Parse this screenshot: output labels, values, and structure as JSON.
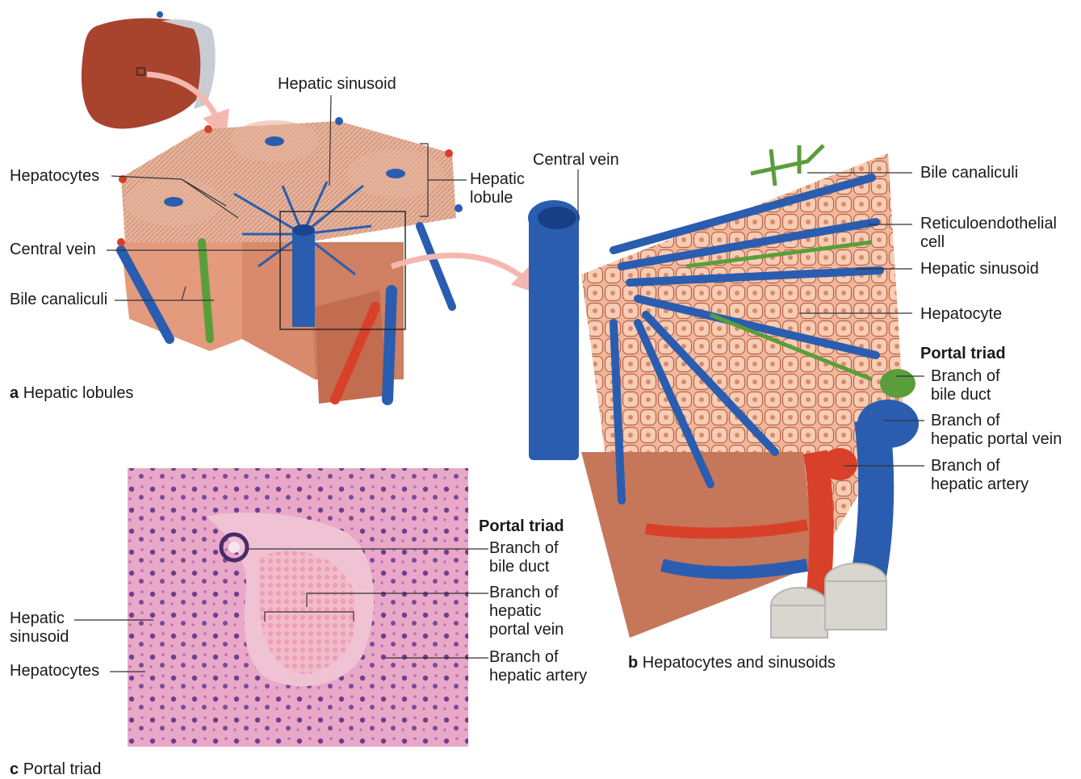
{
  "panel_a": {
    "caption_letter": "a",
    "caption_text": "Hepatic lobules",
    "labels": {
      "hepatic_sinusoid": "Hepatic sinusoid",
      "hepatocytes": "Hepatocytes",
      "hepatic_lobule": "Hepatic\nlobule",
      "central_vein": "Central vein",
      "bile_canaliculi": "Bile canaliculi"
    }
  },
  "panel_b": {
    "caption_letter": "b",
    "caption_text": "Hepatocytes and sinusoids",
    "labels": {
      "central_vein": "Central vein",
      "bile_canaliculi": "Bile canaliculi",
      "reticuloendothelial_cell": "Reticuloendothelial\ncell",
      "hepatic_sinusoid": "Hepatic sinusoid",
      "hepatocyte": "Hepatocyte",
      "portal_triad_heading": "Portal triad",
      "branch_bile_duct": "Branch of\nbile duct",
      "branch_portal_vein": "Branch of\nhepatic portal vein",
      "branch_hepatic_artery": "Branch of\nhepatic artery"
    }
  },
  "panel_c": {
    "caption_letter": "c",
    "caption_text": "Portal triad",
    "labels": {
      "portal_triad_heading": "Portal triad",
      "branch_bile_duct": "Branch of\nbile duct",
      "branch_portal_vein": "Branch of\nhepatic\nportal vein",
      "branch_hepatic_artery": "Branch of\nhepatic artery",
      "hepatic_sinusoid": "Hepatic\nsinusoid",
      "hepatocytes": "Hepatocytes"
    }
  },
  "colors": {
    "vein_blue": "#2a5db0",
    "artery_red": "#d8402a",
    "bile_green": "#5a9e3c",
    "lobule_tissue": "#e8a98a",
    "liver": "#a8432e",
    "histology_pink": "#e7a3c2"
  }
}
